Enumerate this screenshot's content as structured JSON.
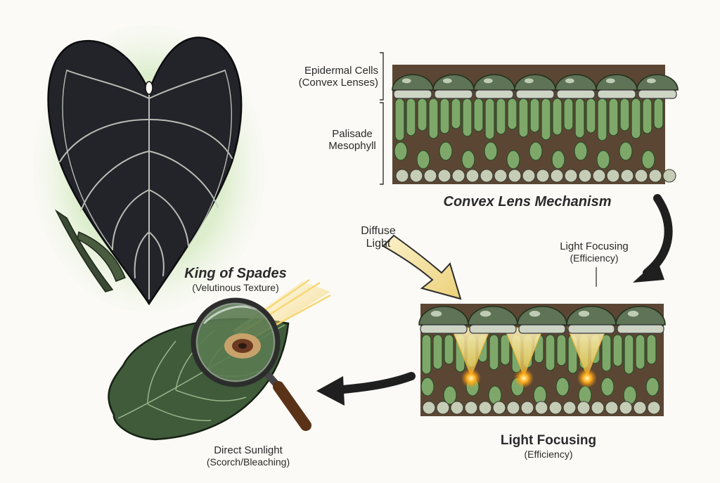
{
  "labels": {
    "epidermal_line1": "Epidermal Cells",
    "epidermal_line2": "(Convex Lenses)",
    "palisade_line1": "Palisade",
    "palisade_line2": "Mesophyll",
    "mechanism_title": "Convex Lens Mechanism",
    "diffuse_line1": "Diffuse",
    "diffuse_line2": "Light",
    "focusing_line1": "Light Focusing",
    "focusing_line2": "(Efficiency)",
    "king_title": "King of Spades",
    "king_sub": "(Velutinous Texture)",
    "sun_line1": "Direct Sunlight",
    "sun_line2": "(Scorch/Bleaching)",
    "bottom_title": "Light Focusing",
    "bottom_sub": "(Efficiency)"
  },
  "colors": {
    "leaf_dark": "#23232a",
    "leaf_vein": "#c9cfc4",
    "cell_green": "#7ea86a",
    "dome_green": "#5f7356",
    "soil_brown": "#5b4634",
    "light_yellow": "#f3d783",
    "glow_green": "#d9ecc8"
  }
}
